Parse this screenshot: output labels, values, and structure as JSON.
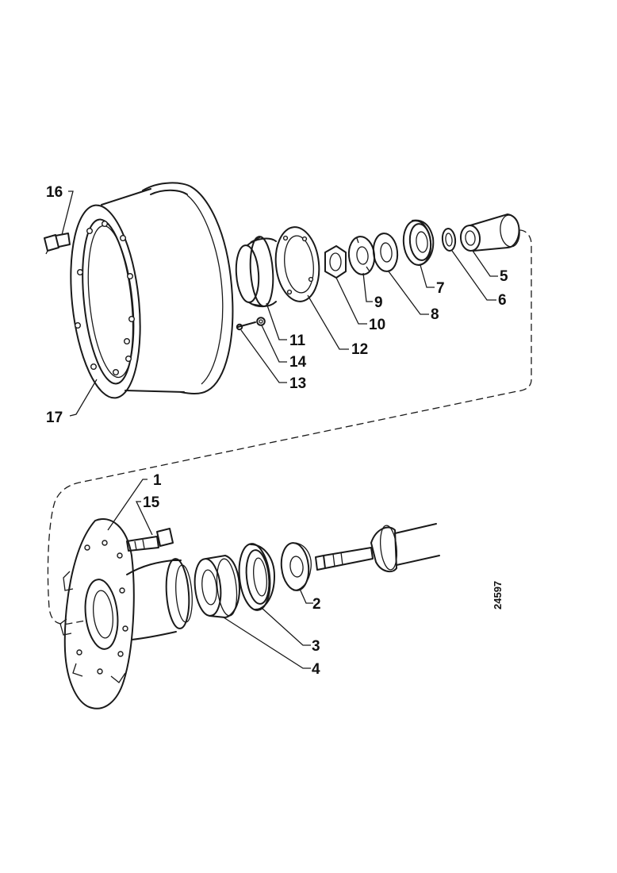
{
  "callouts": [
    {
      "id": "c1",
      "text": "1"
    },
    {
      "id": "c2",
      "text": "2"
    },
    {
      "id": "c3",
      "text": "3"
    },
    {
      "id": "c4",
      "text": "4"
    },
    {
      "id": "c5",
      "text": "5"
    },
    {
      "id": "c6",
      "text": "6"
    },
    {
      "id": "c7",
      "text": "7"
    },
    {
      "id": "c8",
      "text": "8"
    },
    {
      "id": "c9",
      "text": "9"
    },
    {
      "id": "c10",
      "text": "10"
    },
    {
      "id": "c11",
      "text": "11"
    },
    {
      "id": "c12",
      "text": "12"
    },
    {
      "id": "c13",
      "text": "13"
    },
    {
      "id": "c14",
      "text": "14"
    },
    {
      "id": "c15",
      "text": "15"
    },
    {
      "id": "c16",
      "text": "16"
    },
    {
      "id": "c17",
      "text": "17"
    }
  ],
  "reference_number": "24597"
}
